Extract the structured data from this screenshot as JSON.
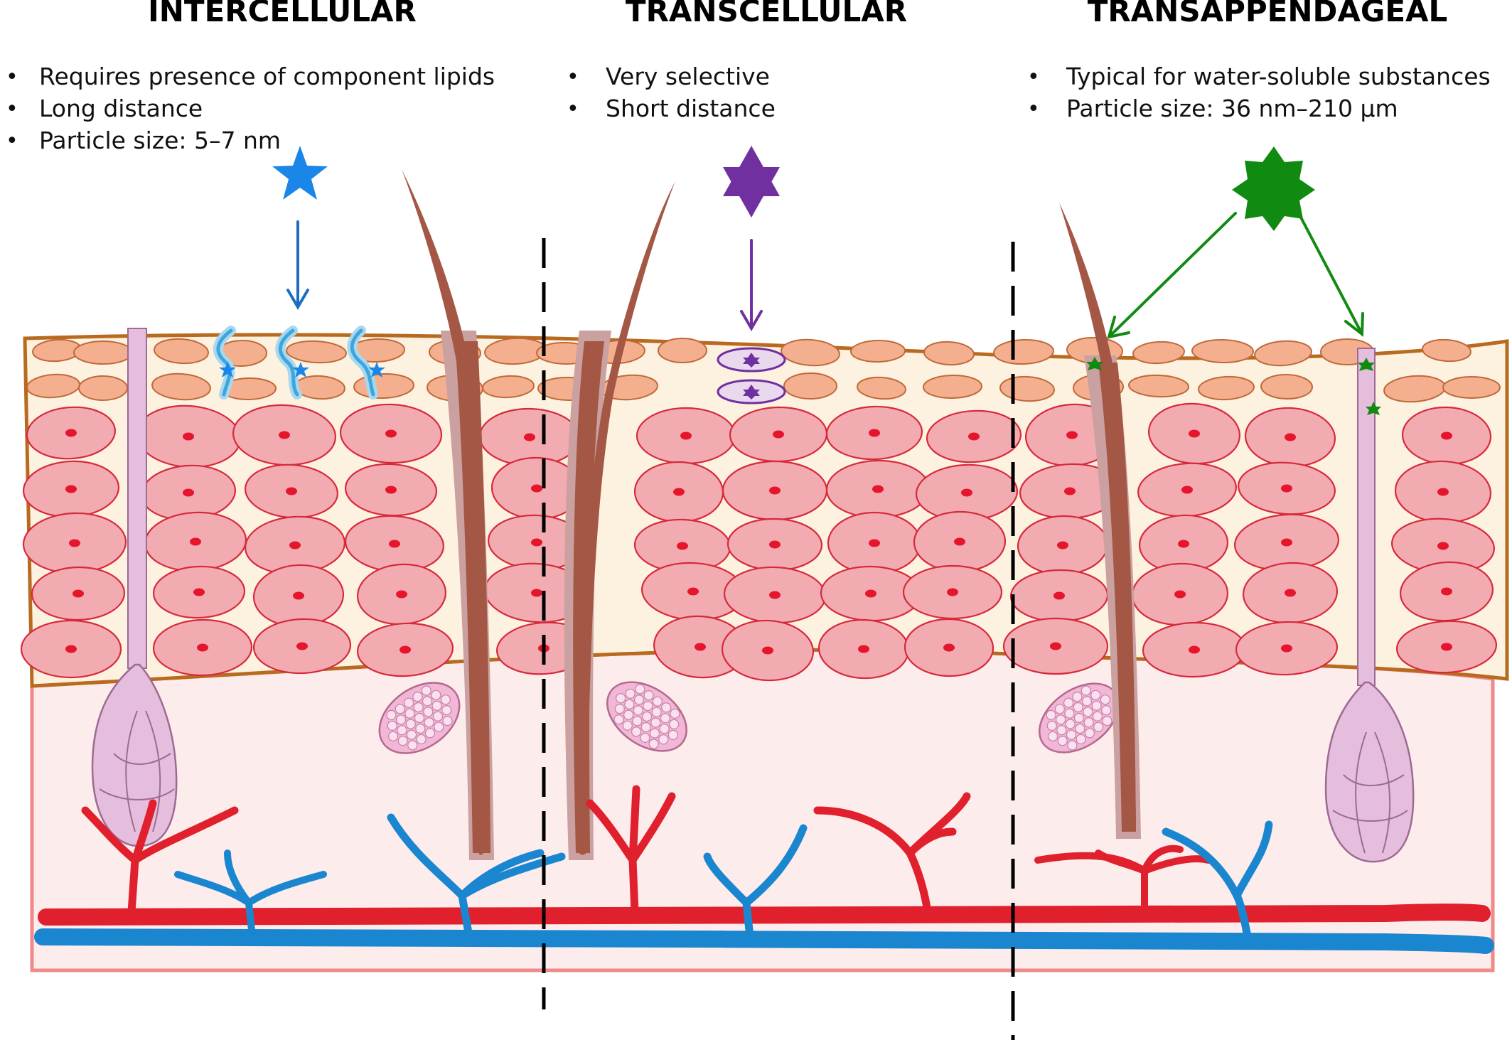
{
  "columns": [
    {
      "heading": "INTERCELLULAR",
      "bullets": [
        "Requires presence of component lipids",
        "Long distance",
        "Particle size: 5–7 nm"
      ],
      "marker_color": "#1a86e8",
      "marker_icon": "five-point-star-icon"
    },
    {
      "heading": "TRANSCELLULAR",
      "bullets": [
        "Very selective",
        "Short distance"
      ],
      "marker_color": "#7030a0",
      "marker_icon": "six-point-star-icon"
    },
    {
      "heading": "TRANSAPPENDAGEAL",
      "bullets": [
        "Typical for water-soluble substances",
        "Particle size: 36 nm–210 µm"
      ],
      "marker_color": "#118a11",
      "marker_icon": "seven-point-star-icon"
    }
  ],
  "bullet_symbol": "•",
  "colors": {
    "corneocyte_fill": "#f4b08e",
    "corneocyte_stroke": "#c0693a",
    "epidermis_bg": "#fdf1e0",
    "epidermis_border": "#b86a1f",
    "cell_fill": "#f3abb2",
    "cell_stroke": "#d62a3a",
    "nucleus": "#e5152b",
    "dermis_bg": "#fdecec",
    "dermis_border": "#f08a8a",
    "hair": "#a35744",
    "hair_sheath": "#caa0a0",
    "gland_fill": "#e6bedd",
    "gland_stroke": "#9d6a93",
    "sebaceous_fill": "#f2b7d7",
    "artery": "#e0202c",
    "vein": "#1a86cf",
    "divider": "#000000"
  }
}
